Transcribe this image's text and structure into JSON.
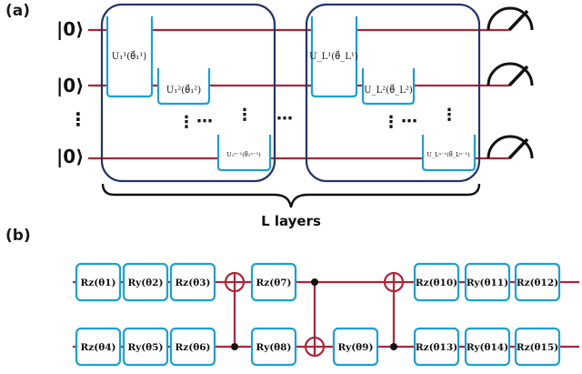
{
  "panels": {
    "a": "(a)",
    "b": "(b)"
  },
  "panel_a": {
    "kets": [
      "|0⟩",
      "|0⟩",
      "|0⟩"
    ],
    "vdots": "⋮",
    "layer1_gates": {
      "g1": "U₁¹(θ⃗₁¹)",
      "g2": "U₁²(θ⃗₁²)",
      "gn": "U₁ⁿ⁻¹(θ⃗₁ⁿ⁻¹)"
    },
    "layerL_gates": {
      "g1": "U_L¹(θ⃗_L¹)",
      "g2": "U_L²(θ⃗_L²)",
      "gn": "U_Lⁿ⁻¹(θ⃗_Lⁿ⁻¹)"
    },
    "inner_dots": "⋯",
    "between_dots": "⋯",
    "brace_label": "L layers"
  },
  "panel_b": {
    "top_wire_gates": [
      "Rz(θ1)",
      "Ry(θ2)",
      "Rz(θ3)",
      "Rz(θ7)",
      "Rz(θ10)",
      "Ry(θ11)",
      "Rz(θ12)"
    ],
    "bottom_wire_gates": [
      "Rz(θ4)",
      "Ry(θ5)",
      "Rz(θ6)",
      "Ry(θ8)",
      "Ry(θ9)",
      "Rz(θ13)",
      "Ry(θ14)",
      "Rz(θ15)"
    ]
  },
  "colors": {
    "wire": "#b0233a",
    "gate_border": "#1e9fd0",
    "layer_box": "#26336b",
    "meter": "#111111",
    "text": "#111111"
  }
}
